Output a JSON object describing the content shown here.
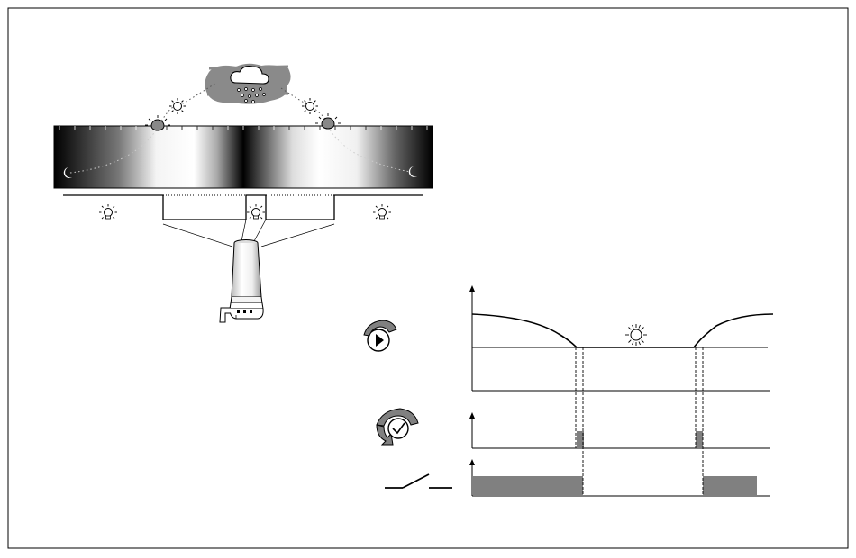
{
  "diagram": {
    "kind": "twilight-switch-function",
    "upper_illustration": {
      "sky_gradient": true,
      "weather_icon": "cloud-snow-rain-icon",
      "sun_positions": 4,
      "moon_positions": 2,
      "lamp_states": [
        "on",
        "on-dimmed",
        "on"
      ],
      "sensor_device": "light-sensor-icon"
    },
    "timing_chart": {
      "rows": [
        {
          "id": "ambient-light",
          "icon": "light-sensor-dial-icon",
          "shape": "daylight-curve"
        },
        {
          "id": "delay-timer",
          "icon": "timer-delay-icon",
          "shape": "short-pulses"
        },
        {
          "id": "output-contact",
          "icon": "switch-contact-icon",
          "shape": "on-off-blocks"
        }
      ],
      "night_icon": "moon-icon",
      "day_icon": "sun-icon"
    },
    "colors": {
      "frame": "#000000",
      "fill_gray": "#808080",
      "cloud_gray": "#8a8a8a"
    }
  }
}
